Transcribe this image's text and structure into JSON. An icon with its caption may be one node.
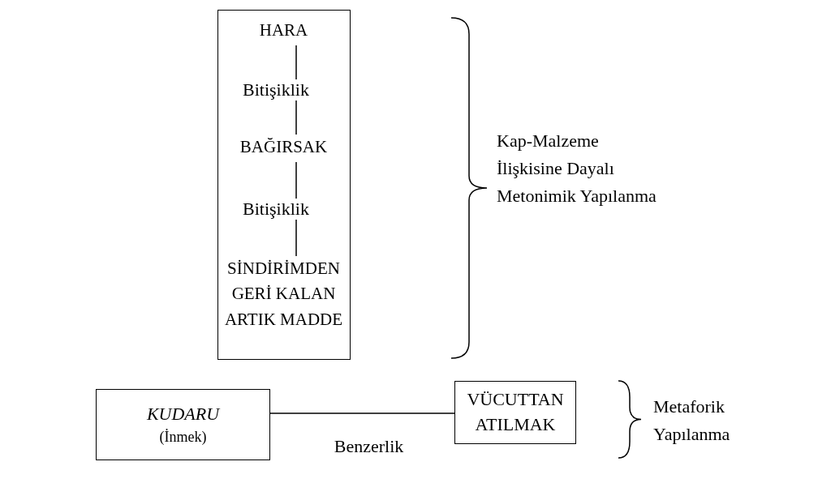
{
  "diagram": {
    "nodes": [
      {
        "text": [],
        "shape": "box"
      },
      {
        "text": [
          "HARA"
        ],
        "in": 0
      },
      {
        "text": [
          "BAĞIRSAK"
        ],
        "in": 0
      },
      {
        "text": [
          "SİNDİRİMDEN GERİ KALAN ARTIK MADDE"
        ],
        "in": 0
      },
      {
        "text": [
          "KUDARU",
          "(İnmek)"
        ]
      },
      {
        "text": [
          "VÜCUTTAN ATILMAK"
        ]
      }
    ],
    "edges": [
      {
        "from": 1,
        "to": 2,
        "arrow": "none",
        "label": "Bitişiklik"
      },
      {
        "from": 2,
        "to": 3,
        "arrow": "none",
        "label": "Bitişiklik"
      },
      {
        "from": 4,
        "to": 5,
        "arrow": "none",
        "label": "Benzerlik"
      }
    ],
    "labels": [
      "Kap-Malzeme İlişkisine Dayalı Metonimik Yapılanma",
      "Metaforik Yapılanma"
    ]
  }
}
